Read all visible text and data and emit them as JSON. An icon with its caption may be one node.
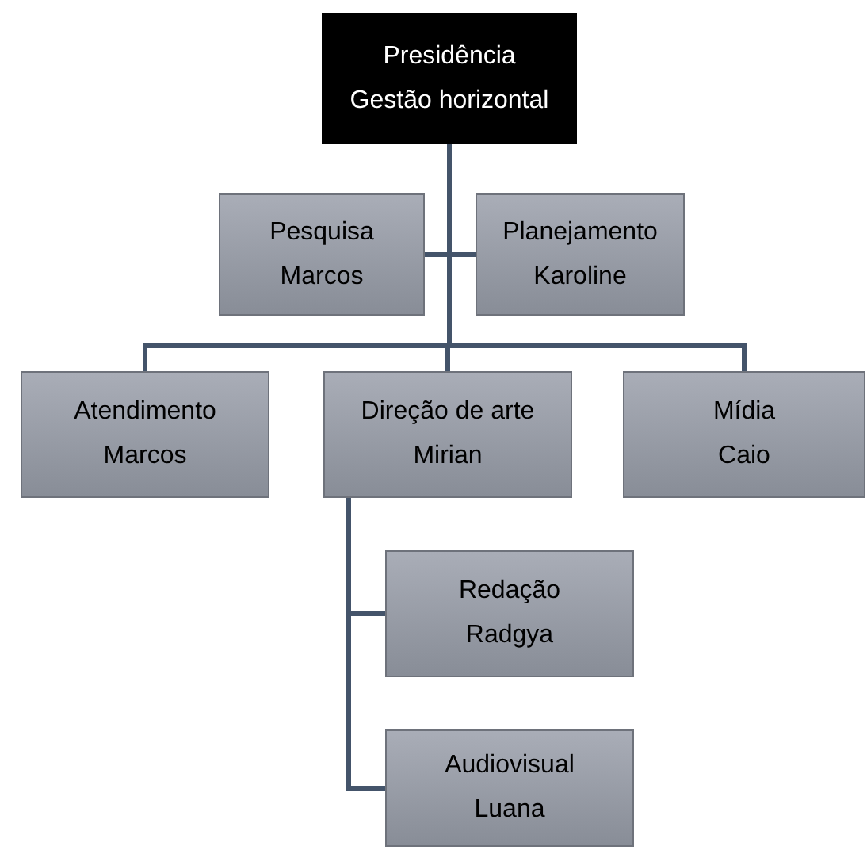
{
  "diagram": {
    "nodes": [
      {
        "text": [
          "Presidência",
          "Gestão horizontal"
        ]
      },
      {
        "text": [
          "Pesquisa",
          "Marcos"
        ]
      },
      {
        "text": [
          "Planejamento",
          "Karoline"
        ]
      },
      {
        "text": [
          "Atendimento",
          "Marcos"
        ]
      },
      {
        "text": [
          "Direção de arte",
          "Mirian"
        ]
      },
      {
        "text": [
          "Mídia",
          "Caio"
        ]
      },
      {
        "text": [
          "Redação",
          "Radgya"
        ]
      },
      {
        "text": [
          "Audiovisual",
          "Luana"
        ]
      }
    ],
    "edges": [
      {
        "from": 0,
        "to": 1,
        "arrow": "none"
      },
      {
        "from": 0,
        "to": 2,
        "arrow": "none"
      },
      {
        "from": 0,
        "to": 3,
        "arrow": "none"
      },
      {
        "from": 0,
        "to": 4,
        "arrow": "none"
      },
      {
        "from": 0,
        "to": 5,
        "arrow": "none"
      },
      {
        "from": 4,
        "to": 6,
        "arrow": "none"
      },
      {
        "from": 4,
        "to": 7,
        "arrow": "none"
      }
    ]
  }
}
